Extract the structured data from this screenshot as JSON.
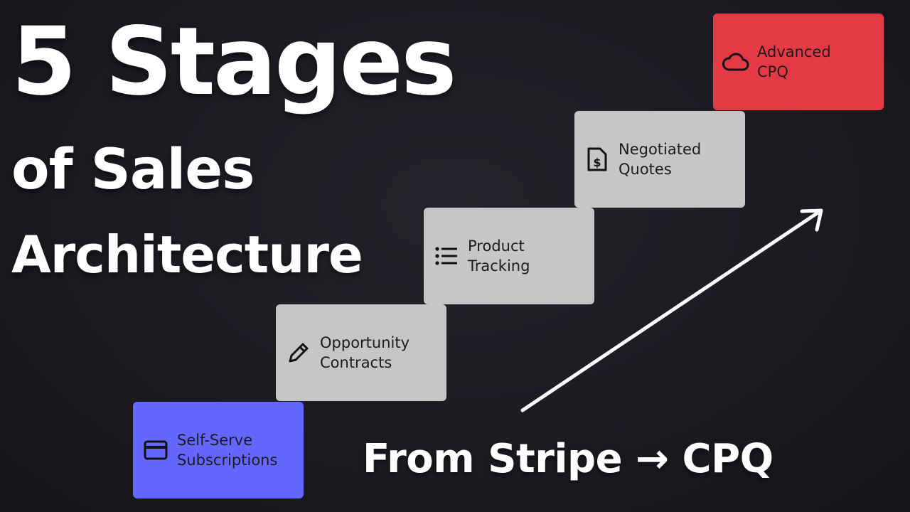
{
  "title": {
    "line1": "5 Stages",
    "line2": "of Sales",
    "line3": "Architecture"
  },
  "stages": [
    {
      "line1": "Self-Serve",
      "line2": "Subscriptions",
      "icon": "credit-card-icon",
      "color": "#6366ff"
    },
    {
      "line1": "Opportunity",
      "line2": "Contracts",
      "icon": "pencil-icon",
      "color": "#c6c6c6"
    },
    {
      "line1": "Product",
      "line2": "Tracking",
      "icon": "list-icon",
      "color": "#c6c6c6"
    },
    {
      "line1": "Negotiated",
      "line2": "Quotes",
      "icon": "invoice-dollar-icon",
      "color": "#c6c6c6"
    },
    {
      "line1": "Advanced",
      "line2": "CPQ",
      "icon": "cloud-icon",
      "color": "#e63946"
    }
  ],
  "tagline": "From Stripe → CPQ"
}
